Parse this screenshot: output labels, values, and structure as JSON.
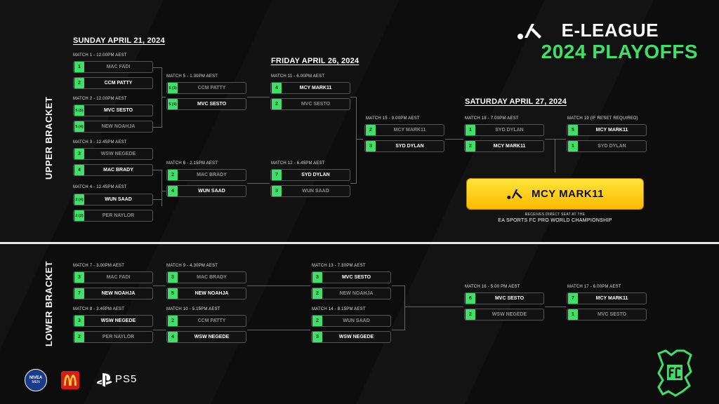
{
  "brand": {
    "title": "E-LEAGUE",
    "subtitle": "2024 PLAYOFFS",
    "accent": "#3ee06a"
  },
  "sections": {
    "upper": "UPPER BRACKET",
    "lower": "LOWER BRACKET"
  },
  "dates": {
    "d1": "SUNDAY APRIL 21, 2024",
    "d2": "FRIDAY APRIL 26, 2024",
    "d3": "SATURDAY APRIL 27, 2024"
  },
  "matches": {
    "m1": {
      "label": "MATCH 1 - 12.00PM AEST",
      "a": {
        "score": "1",
        "name": "MAC FADI"
      },
      "b": {
        "score": "2",
        "name": "CCM PATTY"
      }
    },
    "m2": {
      "label": "MATCH 2 - 12.00PM AEST",
      "a": {
        "score": "5 (5)",
        "name": "MVC SESTO"
      },
      "b": {
        "score": "5 (4)",
        "name": "NEW NOAHJA"
      }
    },
    "m3": {
      "label": "MATCH 3 - 12.45PM AEST",
      "a": {
        "score": "3",
        "name": "WSW NEGEDE"
      },
      "b": {
        "score": "4",
        "name": "MAC BRADY"
      }
    },
    "m4": {
      "label": "MATCH 4 - 12.45PM AEST",
      "a": {
        "score": "2 (4)",
        "name": "WUN SAAD"
      },
      "b": {
        "score": "2 (2)",
        "name": "PER NAYLOR"
      }
    },
    "m5": {
      "label": "MATCH 5 - 1.30PM AEST",
      "a": {
        "score": "5 (3)",
        "name": "CCM PATTY"
      },
      "b": {
        "score": "5 (4)",
        "name": "MVC SESTO"
      }
    },
    "m6": {
      "label": "MATCH 6 - 2.15PM AEST",
      "a": {
        "score": "2",
        "name": "MAC BRADY"
      },
      "b": {
        "score": "4",
        "name": "WUN SAAD"
      }
    },
    "m11": {
      "label": "MATCH 11 - 6.00PM AEST",
      "a": {
        "score": "4",
        "name": "MCY MARK11"
      },
      "b": {
        "score": "2",
        "name": "MVC SESTO"
      }
    },
    "m12": {
      "label": "MATCH 12 - 6.45PM AEST",
      "a": {
        "score": "7",
        "name": "SYD DYLAN"
      },
      "b": {
        "score": "3",
        "name": "WUN SAAD"
      }
    },
    "m15": {
      "label": "MATCH 15 - 9.00PM AEST",
      "a": {
        "score": "2",
        "name": "MCY MARK11"
      },
      "b": {
        "score": "3",
        "name": "SYD DYLAN"
      }
    },
    "m18": {
      "label": "MATCH 18 - 7.00PM AEST",
      "a": {
        "score": "1",
        "name": "SYD DYLAN"
      },
      "b": {
        "score": "2",
        "name": "MCY MARK11"
      }
    },
    "m19": {
      "label": "MATCH 19 (IF RESET REQUIRED)",
      "a": {
        "score": "5",
        "name": "MCY MARK11"
      },
      "b": {
        "score": "1",
        "name": "SYD DYLAN"
      }
    },
    "m7": {
      "label": "MATCH 7 - 3.00PM AEST",
      "a": {
        "score": "3",
        "name": "MAC FADI"
      },
      "b": {
        "score": "7",
        "name": "NEW NOAHJA"
      }
    },
    "m8": {
      "label": "MATCH 8 - 3.45PM AEST",
      "a": {
        "score": "3",
        "name": "WSW NEGEDE"
      },
      "b": {
        "score": "2",
        "name": "PER NAYLOR"
      }
    },
    "m9": {
      "label": "MATCH 9 - 4.30PM AEST",
      "a": {
        "score": "3",
        "name": "MAC BRADY"
      },
      "b": {
        "score": "5",
        "name": "NEW NOAHJA"
      }
    },
    "m10": {
      "label": "MATCH 10 - 5.15PM AEST",
      "a": {
        "score": "2",
        "name": "CCM PATTY"
      },
      "b": {
        "score": "4",
        "name": "WSW NEGEDE"
      }
    },
    "m13": {
      "label": "MATCH 13 - 7.30PM AEST",
      "a": {
        "score": "3",
        "name": "MVC SESTO"
      },
      "b": {
        "score": "2",
        "name": "NEW NOAHJA"
      }
    },
    "m14": {
      "label": "MATCH 14 - 8.15PM AEST",
      "a": {
        "score": "2",
        "name": "WUN SAAD"
      },
      "b": {
        "score": "3",
        "name": "WSW NEGEDE"
      }
    },
    "m16": {
      "label": "MATCH 16 - 5.00 PM AEST",
      "a": {
        "score": "6",
        "name": "MVC SESTO"
      },
      "b": {
        "score": "2",
        "name": "WSW NEGEDE"
      }
    },
    "m17": {
      "label": "MATCH 17 - 6.00PM AEST",
      "a": {
        "score": "7",
        "name": "MCY MARK11"
      },
      "b": {
        "score": "1",
        "name": "MVC SESTO"
      }
    }
  },
  "champion": {
    "name": "MCY MARK11",
    "note": "RECEIVES DIRECT SEAT AT THE",
    "event": "EA SPORTS FC PRO WORLD CHAMPIONSHIP",
    "color": "#ffd21f"
  },
  "sponsors": {
    "nivea1": "NIVEA",
    "nivea2": "MEN",
    "ps": "PS5"
  }
}
